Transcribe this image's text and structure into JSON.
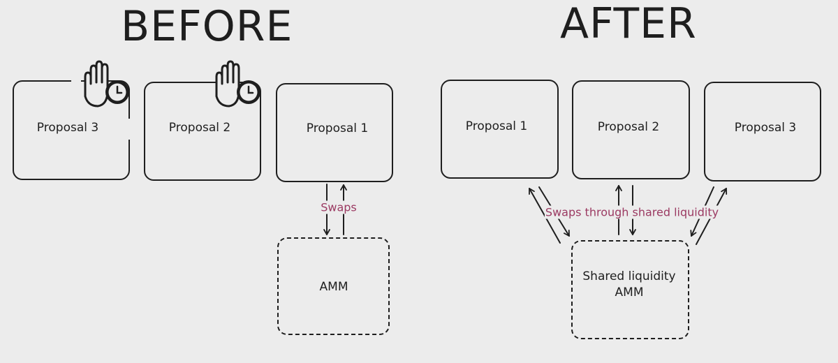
{
  "before": {
    "title": "BEFORE",
    "proposals": [
      {
        "label": "Proposal 3",
        "paused": true
      },
      {
        "label": "Proposal 2",
        "paused": true
      },
      {
        "label": "Proposal 1",
        "paused": false
      }
    ],
    "amm_label": "AMM",
    "edge_label": "Swaps"
  },
  "after": {
    "title": "AFTER",
    "proposals": [
      {
        "label": "Proposal 1"
      },
      {
        "label": "Proposal 2"
      },
      {
        "label": "Proposal 3"
      }
    ],
    "amm_label": "Shared liquidity AMM",
    "edge_label": "Swaps through shared liquidity"
  },
  "icons": {
    "paused": "raised-hand-clock-icon"
  },
  "colors": {
    "background": "#ececec",
    "stroke": "#1e1e1e",
    "edge_label": "#9b3a62"
  }
}
